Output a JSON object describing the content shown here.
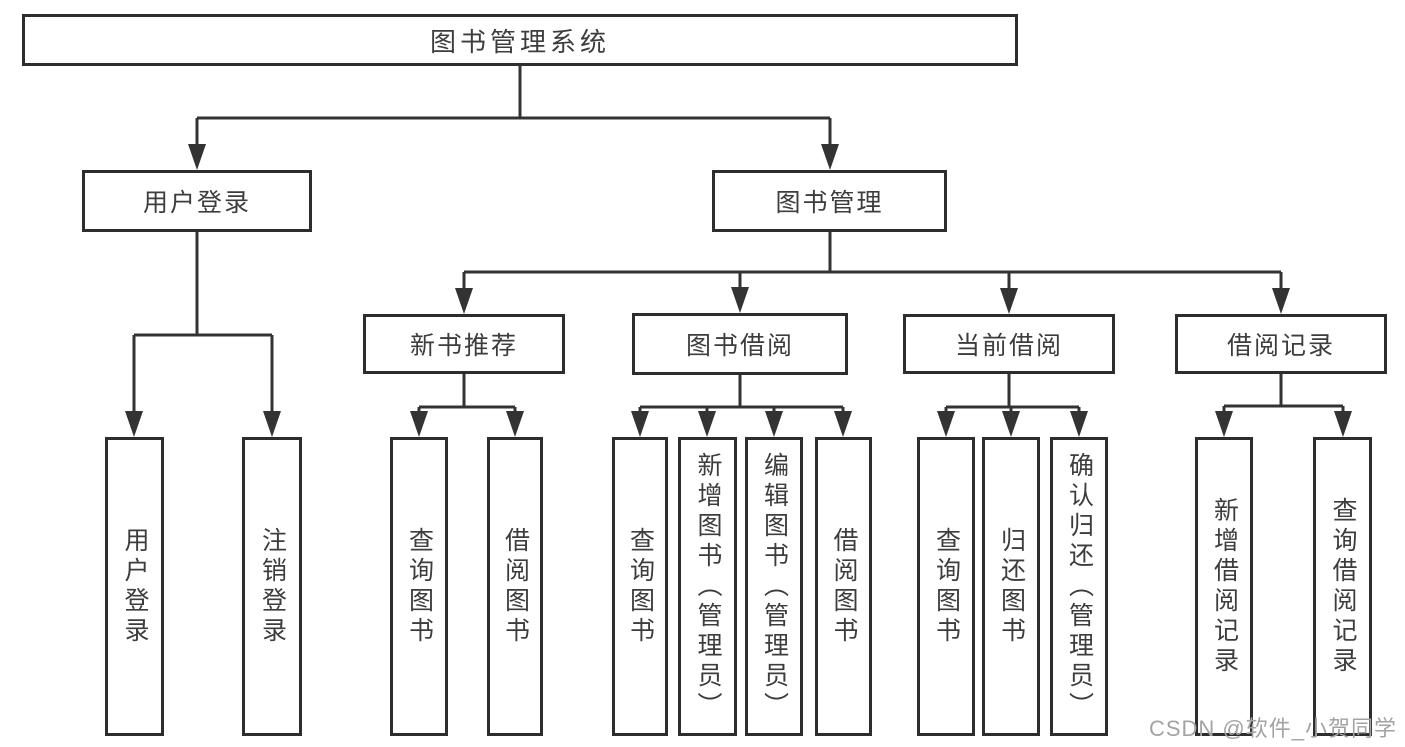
{
  "root": {
    "label": "图书管理系统"
  },
  "branches": [
    {
      "label": "用户登录",
      "children": [
        "用户登录",
        "注销登录"
      ]
    },
    {
      "label": "图书管理",
      "sections": [
        {
          "label": "新书推荐",
          "children": [
            "查询图书",
            "借阅图书"
          ]
        },
        {
          "label": "图书借阅",
          "children": [
            "查询图书",
            "新增图书（管理员）",
            "编辑图书（管理员）",
            "借阅图书"
          ]
        },
        {
          "label": "当前借阅",
          "children": [
            "查询图书",
            "归还图书",
            "确认归还（管理员）"
          ]
        },
        {
          "label": "借阅记录",
          "children": [
            "新增借阅记录",
            "查询借阅记录"
          ]
        }
      ]
    }
  ],
  "watermark": "CSDN @软件_小贺同学",
  "colors": {
    "line": "#333333",
    "border": "#2d2d2d",
    "text": "#3d3d3d",
    "watermark": "#a3a3a3"
  }
}
